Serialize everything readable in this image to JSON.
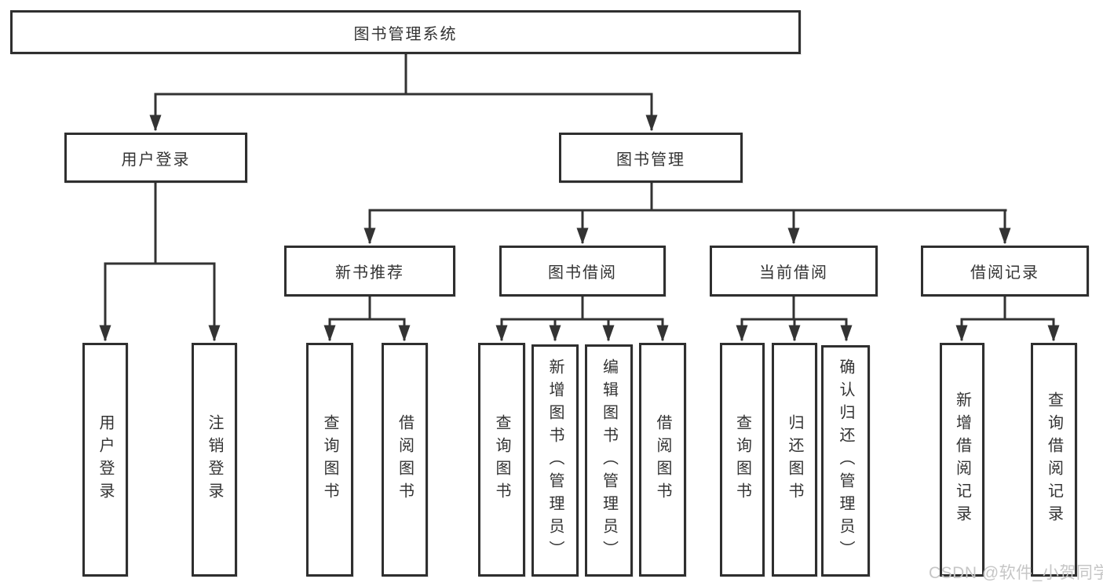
{
  "tree": {
    "root": {
      "label": "图书管理系统",
      "children": [
        {
          "label": "用户登录",
          "children": [
            {
              "label": "用户登录"
            },
            {
              "label": "注销登录"
            }
          ]
        },
        {
          "label": "图书管理",
          "children": [
            {
              "label": "新书推荐",
              "children": [
                {
                  "label": "查询图书"
                },
                {
                  "label": "借阅图书"
                }
              ]
            },
            {
              "label": "图书借阅",
              "children": [
                {
                  "label": "查询图书"
                },
                {
                  "label": "新增图书（管理员）"
                },
                {
                  "label": "编辑图书（管理员）"
                },
                {
                  "label": "借阅图书"
                }
              ]
            },
            {
              "label": "当前借阅",
              "children": [
                {
                  "label": "查询图书"
                },
                {
                  "label": "归还图书"
                },
                {
                  "label": "确认归还（管理员）"
                }
              ]
            },
            {
              "label": "借阅记录",
              "children": [
                {
                  "label": "新增借阅记录"
                },
                {
                  "label": "查询借阅记录"
                }
              ]
            }
          ]
        }
      ]
    }
  },
  "watermark": "CSDN @软件_小贺同学",
  "colors": {
    "line": "#333333",
    "border": "#2f2f2f",
    "text": "#333333",
    "watermark": "#c6c6c6",
    "background": "#ffffff"
  }
}
